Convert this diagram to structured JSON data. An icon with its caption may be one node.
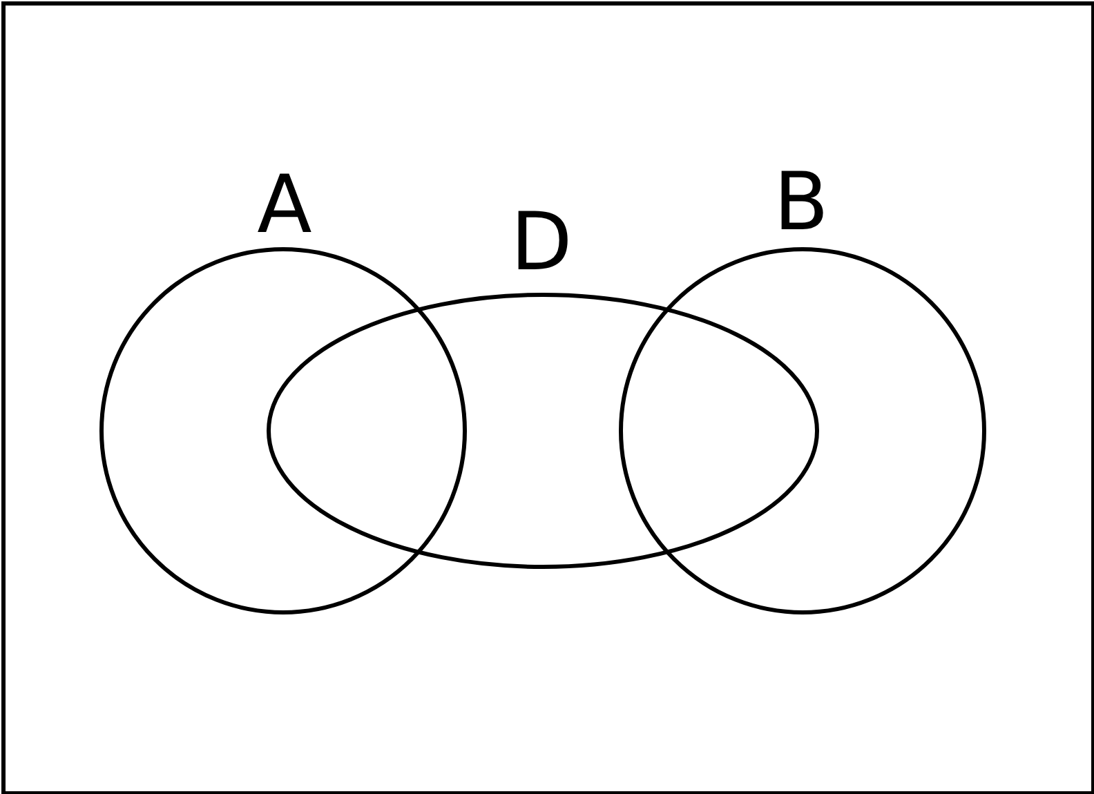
{
  "diagram": {
    "nodes": [
      {
        "text": [
          "A"
        ]
      },
      {
        "text": [
          "D"
        ]
      },
      {
        "text": [
          "B"
        ]
      }
    ]
  }
}
